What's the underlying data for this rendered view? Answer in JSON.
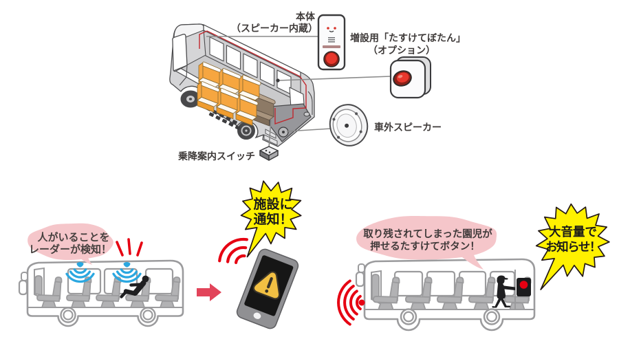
{
  "top_diagram": {
    "main_unit_line1": "本体",
    "main_unit_line2": "（スピーカー内蔵）",
    "expansion_line1": "増設用「たすけてぼたん」",
    "expansion_line2": "（オプション）",
    "external_speaker": "車外スピーカー",
    "boarding_switch": "乗降案内スイッチ"
  },
  "scene_radar": {
    "bubble_line1": "人がいることを",
    "bubble_line2": "レーダーが検知！"
  },
  "scene_notify": {
    "burst_line1": "施設に",
    "burst_line2": "通知！"
  },
  "scene_button": {
    "bubble_line1": "取り残されてしまった園児が",
    "bubble_line2": "押せるたすけてボタン！",
    "burst_line1": "大音量で",
    "burst_line2": "お知らせ！"
  },
  "colors": {
    "radar_blue": "#2aa7e0",
    "alert_red": "#e60012",
    "bubble_pink": "#f5c6ca",
    "burst_yellow": "#fff100",
    "seat_orange": "#f6a640",
    "cable_red": "#c1272d"
  }
}
